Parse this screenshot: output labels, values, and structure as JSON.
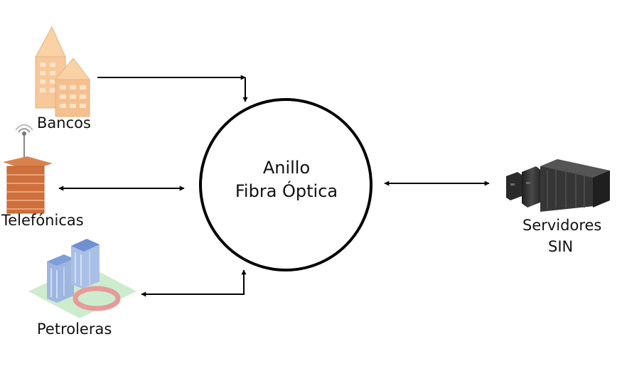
{
  "ring": {
    "line1": "Anillo",
    "line2": "Fibra Óptica"
  },
  "nodes": {
    "bancos": {
      "label": "Bancos",
      "icon": "bank-buildings-icon"
    },
    "telefonicas": {
      "label": "Telefónicas",
      "icon": "telecom-tower-icon"
    },
    "petroleras": {
      "label": "Petroleras",
      "icon": "petroleum-campus-icon"
    },
    "servidores": {
      "line1": "Servidores",
      "line2": "SIN",
      "icon": "server-rack-icon"
    }
  },
  "colors": {
    "stroke": "#000000",
    "bank_peach": "#f7c89a",
    "brick": "#d0733f",
    "ground": "#cdeccd",
    "building_blue": "#7d9fd8",
    "server_dark": "#2e2e2e"
  }
}
